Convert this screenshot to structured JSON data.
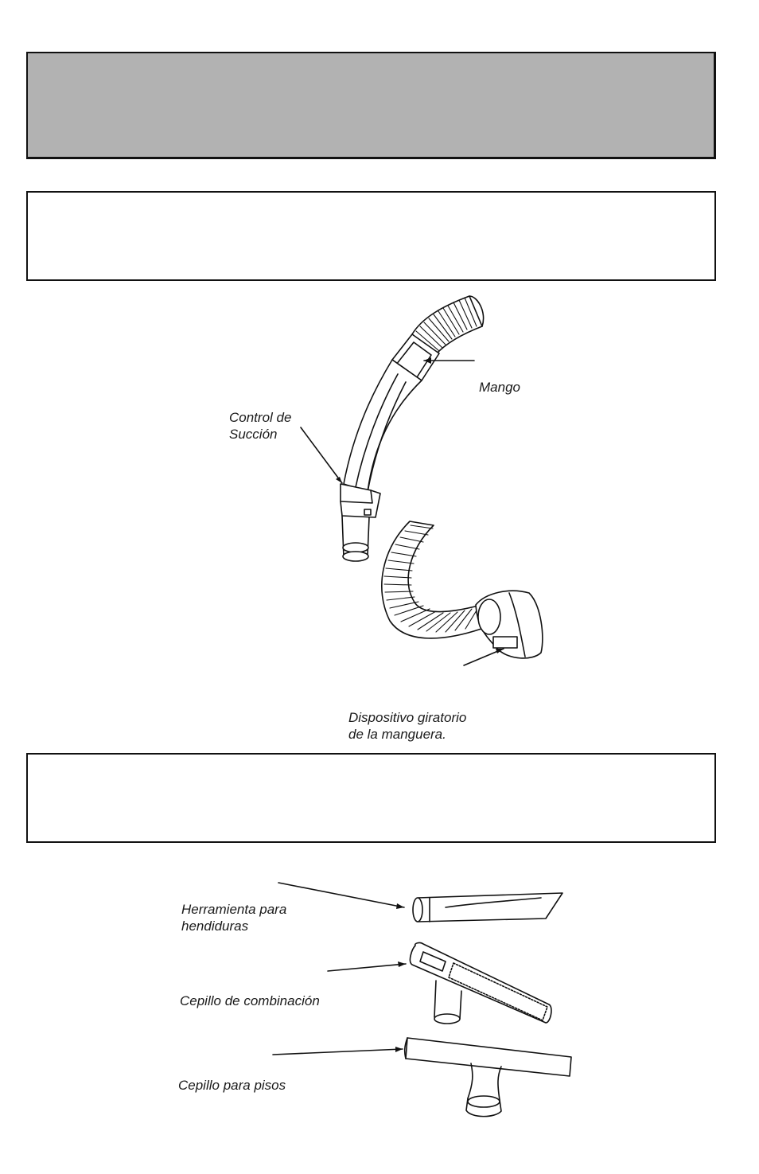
{
  "labels": {
    "handle": "Mango",
    "suction_control": "Control de\nSucción",
    "hose_swivel": "Dispositivo giratorio\nde la manguera.",
    "crevice_tool": "Herramienta para\nhendiduras",
    "combination_brush": "Cepillo de combinación",
    "floor_brush": "Cepillo para pisos"
  },
  "colors": {
    "header_band": "#b2b2b2",
    "line": "#111111"
  }
}
